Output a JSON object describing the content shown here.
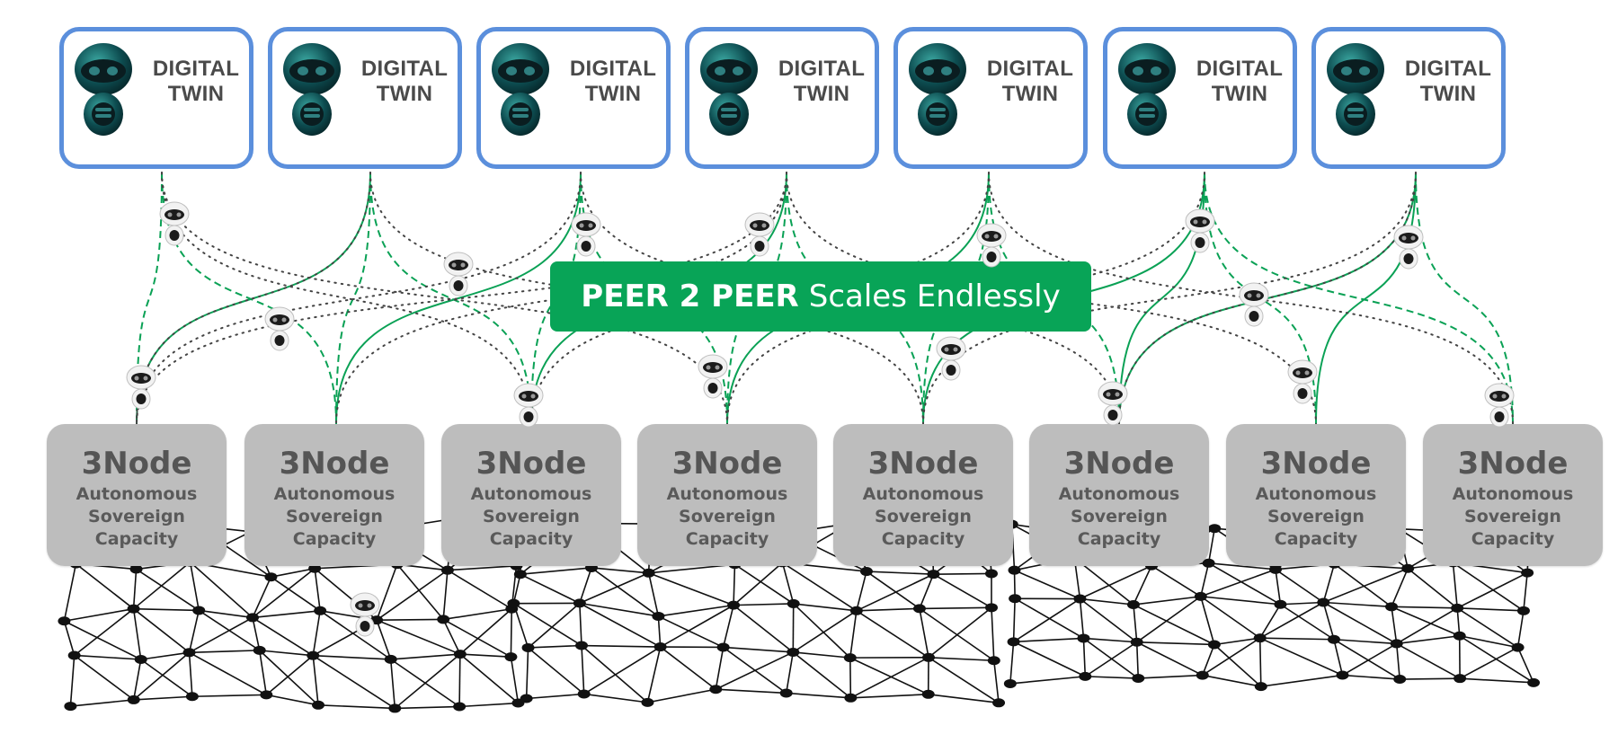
{
  "banner": {
    "bold_text": "PEER 2 PEER",
    "light_text": "Scales Endlessly"
  },
  "digital_twins": [
    {
      "label": "DIGITAL TWIN"
    },
    {
      "label": "DIGITAL TWIN"
    },
    {
      "label": "DIGITAL TWIN"
    },
    {
      "label": "DIGITAL TWIN"
    },
    {
      "label": "DIGITAL TWIN"
    },
    {
      "label": "DIGITAL TWIN"
    },
    {
      "label": "DIGITAL TWIN"
    }
  ],
  "nodes": [
    {
      "title": "3Node",
      "line1": "Autonomous",
      "line2": "Sovereign",
      "line3": "Capacity"
    },
    {
      "title": "3Node",
      "line1": "Autonomous",
      "line2": "Sovereign",
      "line3": "Capacity"
    },
    {
      "title": "3Node",
      "line1": "Autonomous",
      "line2": "Sovereign",
      "line3": "Capacity"
    },
    {
      "title": "3Node",
      "line1": "Autonomous",
      "line2": "Sovereign",
      "line3": "Capacity"
    },
    {
      "title": "3Node",
      "line1": "Autonomous",
      "line2": "Sovereign",
      "line3": "Capacity"
    },
    {
      "title": "3Node",
      "line1": "Autonomous",
      "line2": "Sovereign",
      "line3": "Capacity"
    },
    {
      "title": "3Node",
      "line1": "Autonomous",
      "line2": "Sovereign",
      "line3": "Capacity"
    },
    {
      "title": "3Node",
      "line1": "Autonomous",
      "line2": "Sovereign",
      "line3": "Capacity"
    }
  ],
  "icons": {
    "twin_icon": "robot-icon",
    "small_agent_icon": "robot-icon"
  },
  "colors": {
    "twin_border": "#5b8fdc",
    "banner_green": "#08a457",
    "link_green": "#0aa155",
    "node_gray": "#bdbdbd",
    "mesh": "#111111"
  }
}
